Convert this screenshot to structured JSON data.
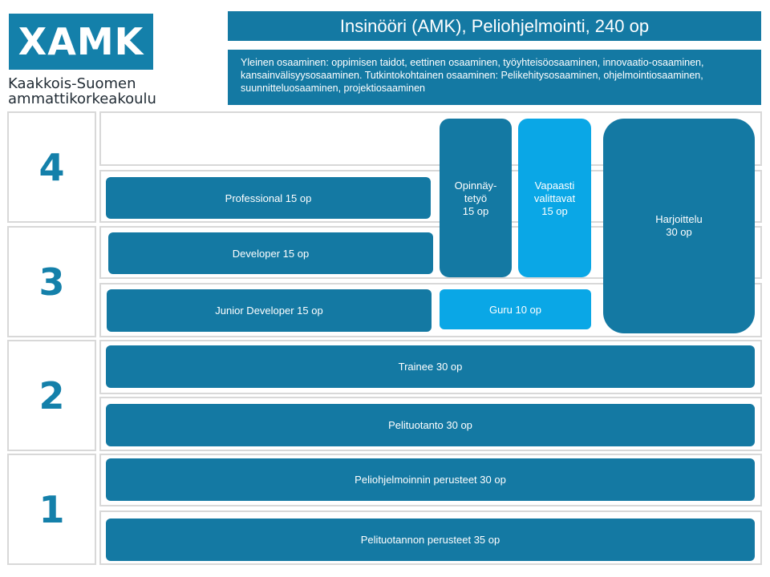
{
  "logo": {
    "mark": "XAMK",
    "line1": "Kaakkois-Suomen",
    "line2": "ammattikorkeakoulu"
  },
  "header": {
    "title": "Insinööri (AMK),  Peliohjelmointi, 240 op",
    "description": "Yleinen osaaminen: oppimisen taidot, eettinen osaaminen, työyhteisöosaaminen, innovaatio-osaaminen, kansainvälisyysosaaminen. Tutkintokohtainen osaaminen: Pelikehitysosaaminen, ohjelmointiosaaminen, suunnitteluosaaminen, projektiosaaminen"
  },
  "years": [
    "4",
    "3",
    "2",
    "1"
  ],
  "courses": {
    "professional": "Professional 15 op",
    "developer": "Developer 15 op",
    "junior_developer": "Junior Developer 15 op",
    "guru": "Guru 10 op",
    "trainee": "Trainee 30 op",
    "pelituotanto": "Pelituotanto 30 op",
    "peliohjelmoinnin_perusteet": "Peliohjelmoinnin perusteet 30 op",
    "pelituotannon_perusteet": "Pelituotannon perusteet 35 op",
    "thesis": {
      "line1": "Opinnäy-",
      "line2": "tetyö",
      "line3": "15 op"
    },
    "elective": {
      "line1": "Vapaasti",
      "line2": "valittavat",
      "line3": "15 op"
    },
    "internship": {
      "line1": "Harjoittelu",
      "line2": "30 op"
    }
  },
  "colors": {
    "primary": "#1479a3",
    "accent": "#0aa7e6",
    "frame": "#d8d8d8",
    "logo": "#1480aa"
  }
}
